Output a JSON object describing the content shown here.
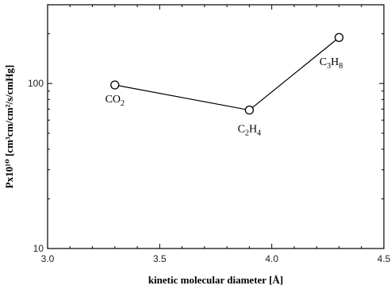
{
  "chart_data": {
    "type": "line",
    "xlabel": "kinetic molecular diameter [Å]",
    "ylabel": "Px10¹⁰ [cm³cm/cm²/s/cmHg]",
    "ylabel_parts": {
      "base": "Px10",
      "exp": "10",
      "units_open": "[cm",
      "units_exp1": "3",
      "units_mid": "cm/cm",
      "units_exp2": "2",
      "units_close": "/s/cmHg]"
    },
    "xlim": [
      3.0,
      4.5
    ],
    "ylim": [
      10,
      300
    ],
    "y_scale": "log",
    "x_ticks": [
      "3.0",
      "3.5",
      "4.0",
      "4.5"
    ],
    "y_ticks": [
      "10",
      "100"
    ],
    "grid": false,
    "series": [
      {
        "x": [
          3.3,
          3.9,
          4.3
        ],
        "values": [
          98,
          69,
          190
        ],
        "labels": [
          {
            "main": "CO",
            "sub": "2"
          },
          {
            "main": "C",
            "sub1": "2",
            "mid": "H",
            "sub2": "4"
          },
          {
            "main": "C",
            "sub1": "3",
            "mid": "H",
            "sub2": "8"
          }
        ]
      }
    ]
  }
}
